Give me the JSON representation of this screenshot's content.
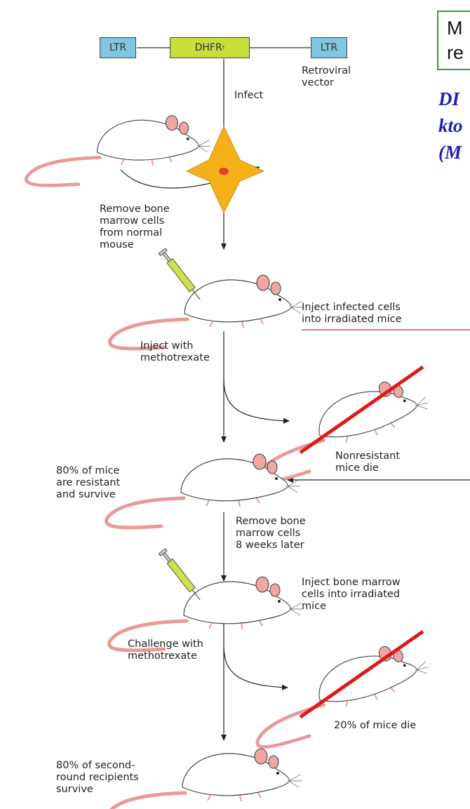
{
  "vector": {
    "ltr_left": "LTR",
    "dhfr": "DHFR",
    "dhfr_superscript": "r",
    "ltr_right": "LTR",
    "label": "Retroviral\nvector"
  },
  "steps": {
    "infect": "Infect",
    "remove_marrow": "Remove bone\nmarrow cells\nfrom normal\nmouse",
    "inject_infected": "Inject infected cells\ninto irradiated mice",
    "inject_methotrexate": "Inject with\nmethotrexate",
    "nonresistant_die": "Nonresistant\nmice die",
    "resistant_survive": "80% of mice\nare resistant\nand survive",
    "remove_marrow_later": "Remove bone\nmarrow cells\n8 weeks later",
    "inject_bone_marrow": "Inject bone marrow\ncells into irradiated\nmice",
    "challenge": "Challenge with\nmethotrexate",
    "mice_die_20": "20% of mice die",
    "second_round": "80% of second-\nround recipients\nsurvive"
  },
  "callout": {
    "text": "M\nre"
  },
  "side_note": {
    "text": "DI\nkto\n(M"
  },
  "colors": {
    "ltr_box": "#7fc6e0",
    "dhfr_box": "#c8df3a",
    "cell_fill": "#f5b11a",
    "cell_nucleus": "#e4402a",
    "cross_out": "#e01818",
    "callout_border": "#3a9a3a",
    "side_note_text": "#1f1fb4",
    "mouse_tail": "#e89a9a"
  }
}
